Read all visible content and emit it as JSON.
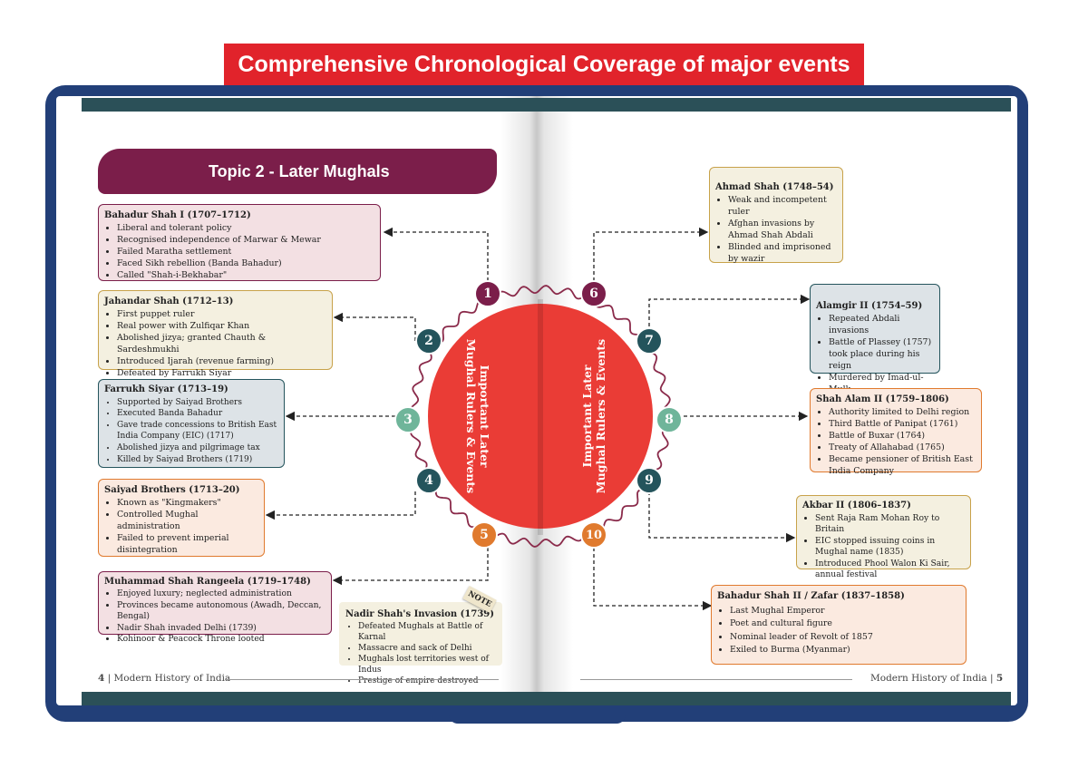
{
  "banner": "Comprehensive Chronological Coverage of major events",
  "topic_title": "Topic 2 - Later Mughals",
  "center_left": [
    "Important Later",
    "Mughal Rulers & Events"
  ],
  "center_right": [
    "Important Later",
    "Mughal Rulers & Events"
  ],
  "numbers": [
    "1",
    "2",
    "3",
    "4",
    "5",
    "6",
    "7",
    "8",
    "9",
    "10"
  ],
  "colors": {
    "banner": "#e1232b",
    "maroon": "#7b1e4a",
    "teal_dark": "#24545c",
    "teal_light": "#6fb59a",
    "orange": "#e07a2e",
    "center_red": "#ea3c36",
    "cover_blue": "#223f78"
  },
  "boxes": {
    "b1": {
      "title": "Bahadur Shah I (1707–1712)",
      "items": [
        "Liberal and tolerant policy",
        "Recognised independence of Marwar & Mewar",
        "Failed Maratha settlement",
        "Faced Sikh rebellion (Banda Bahadur)",
        "Called \"Shah-i-Bekhabar\""
      ]
    },
    "b2": {
      "title": "Jahandar Shah (1712–13)",
      "items": [
        "First puppet ruler",
        "Real power with Zulfiqar Khan",
        "Abolished jizya; granted Chauth & Sardeshmukhi",
        "Introduced Ijarah (revenue farming)",
        "Defeated by Farrukh Siyar"
      ]
    },
    "b3": {
      "title": "Farrukh Siyar (1713–19)",
      "items": [
        "Supported by Saiyad Brothers",
        "Executed Banda Bahadur",
        "Gave trade concessions to British East India Company (EIC) (1717)",
        "Abolished jizya and pilgrimage tax",
        "Killed by Saiyad Brothers (1719)"
      ]
    },
    "b4": {
      "title": "Saiyad Brothers (1713–20)",
      "items": [
        "Known as \"Kingmakers\"",
        "Controlled Mughal administration",
        "Failed to prevent imperial disintegration"
      ]
    },
    "b5": {
      "title": "Muhammad Shah Rangeela (1719–1748)",
      "items": [
        "Enjoyed luxury; neglected administration",
        "Provinces became autonomous (Awadh, Deccan, Bengal)",
        "Nadir Shah invaded Delhi (1739)",
        "Kohinoor & Peacock Throne looted"
      ]
    },
    "note": {
      "title": "Nadir Shah's Invasion (1739)",
      "tag": "NOTE",
      "items": [
        "Defeated Mughals at Battle of Karnal",
        "Massacre and sack of Delhi",
        "Mughals lost territories west of Indus",
        "Prestige of empire destroyed"
      ]
    },
    "b6": {
      "title": "Ahmad Shah (1748–54)",
      "items": [
        "Weak and incompetent ruler",
        "Afghan invasions by Ahmad Shah Abdali",
        "Blinded and imprisoned by wazir"
      ]
    },
    "b7": {
      "title": "Alamgir II (1754–59)",
      "items": [
        "Repeated Abdali invasions",
        "Battle of Plassey (1757) took place during his reign",
        "Murdered by Imad-ul-Mulk"
      ]
    },
    "b8": {
      "title": "Shah Alam II (1759–1806)",
      "items": [
        "Authority limited to Delhi region",
        "Third Battle of Panipat (1761)",
        "Battle of Buxar (1764)",
        "Treaty of Allahabad (1765)",
        "Became pensioner of British East India Company"
      ]
    },
    "b9": {
      "title": "Akbar II (1806–1837)",
      "items": [
        "Sent Raja Ram Mohan Roy to Britain",
        "EIC stopped issuing coins in Mughal name (1835)",
        "Introduced Phool Walon Ki Sair, annual festival"
      ]
    },
    "b10": {
      "title": "Bahadur Shah II / Zafar (1837–1858)",
      "items": [
        "Last Mughal Emperor",
        "Poet and cultural figure",
        "Nominal leader of Revolt of 1857",
        "Exiled to Burma (Myanmar)"
      ]
    }
  },
  "footer_left": {
    "page": "4",
    "text": "| Modern History of India"
  },
  "footer_right": {
    "page": "5",
    "text": "Modern History of India |"
  }
}
